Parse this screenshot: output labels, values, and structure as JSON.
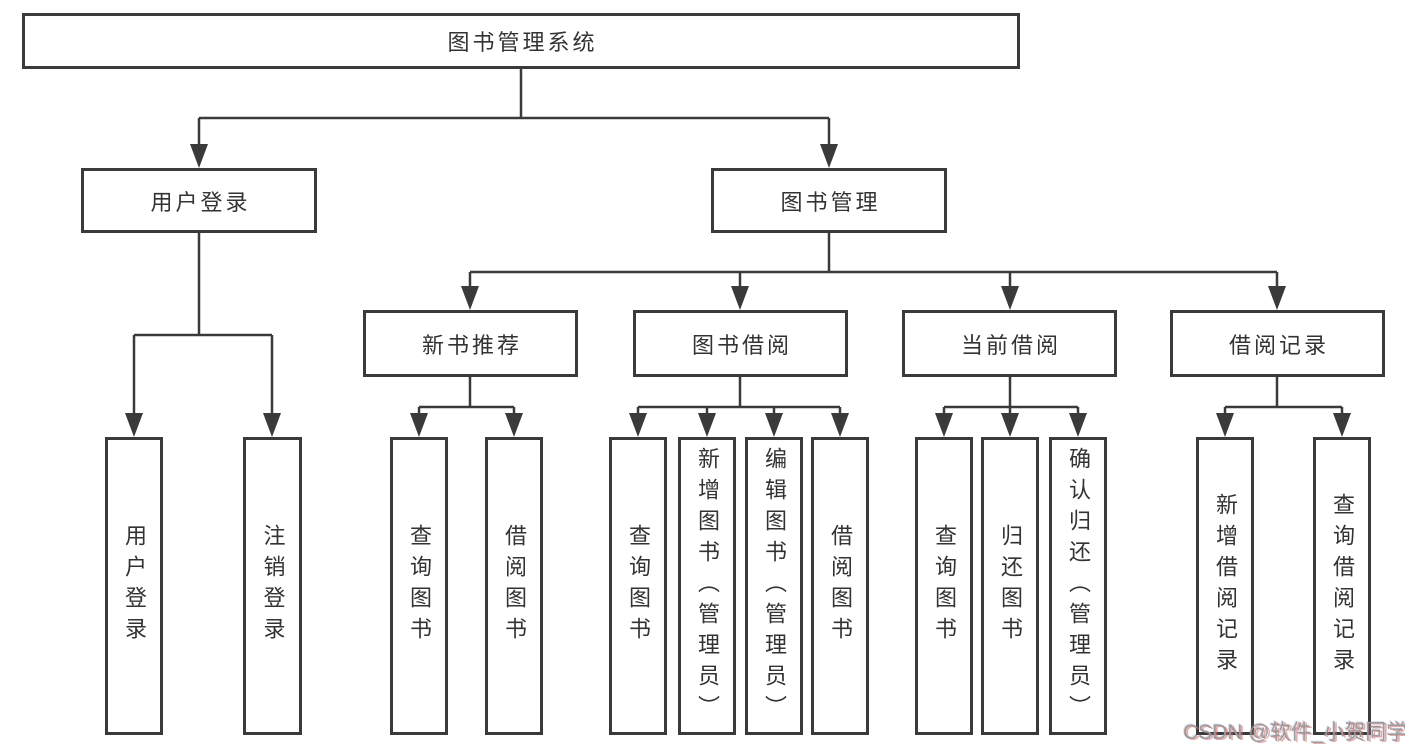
{
  "diagram": {
    "watermark": "CSDN @软件_小贺同学",
    "colors": {
      "line": "#3a3a3a",
      "box_border": "#3a3a3a",
      "text": "#333333",
      "background": "#ffffff",
      "watermark": "#9a9a9a"
    },
    "root": {
      "label": "图书管理系统",
      "children": [
        {
          "label": "用户登录",
          "children": [
            {
              "label": "用户登录"
            },
            {
              "label": "注销登录"
            }
          ]
        },
        {
          "label": "图书管理",
          "children": [
            {
              "label": "新书推荐",
              "children": [
                {
                  "label": "查询图书"
                },
                {
                  "label": "借阅图书"
                }
              ]
            },
            {
              "label": "图书借阅",
              "children": [
                {
                  "label": "查询图书"
                },
                {
                  "label": "新增图书（管理员）"
                },
                {
                  "label": "编辑图书（管理员）"
                },
                {
                  "label": "借阅图书"
                }
              ]
            },
            {
              "label": "当前借阅",
              "children": [
                {
                  "label": "查询图书"
                },
                {
                  "label": "归还图书"
                },
                {
                  "label": "确认归还（管理员）"
                }
              ]
            },
            {
              "label": "借阅记录",
              "children": [
                {
                  "label": "新增借阅记录"
                },
                {
                  "label": "查询借阅记录"
                }
              ]
            }
          ]
        }
      ]
    }
  }
}
